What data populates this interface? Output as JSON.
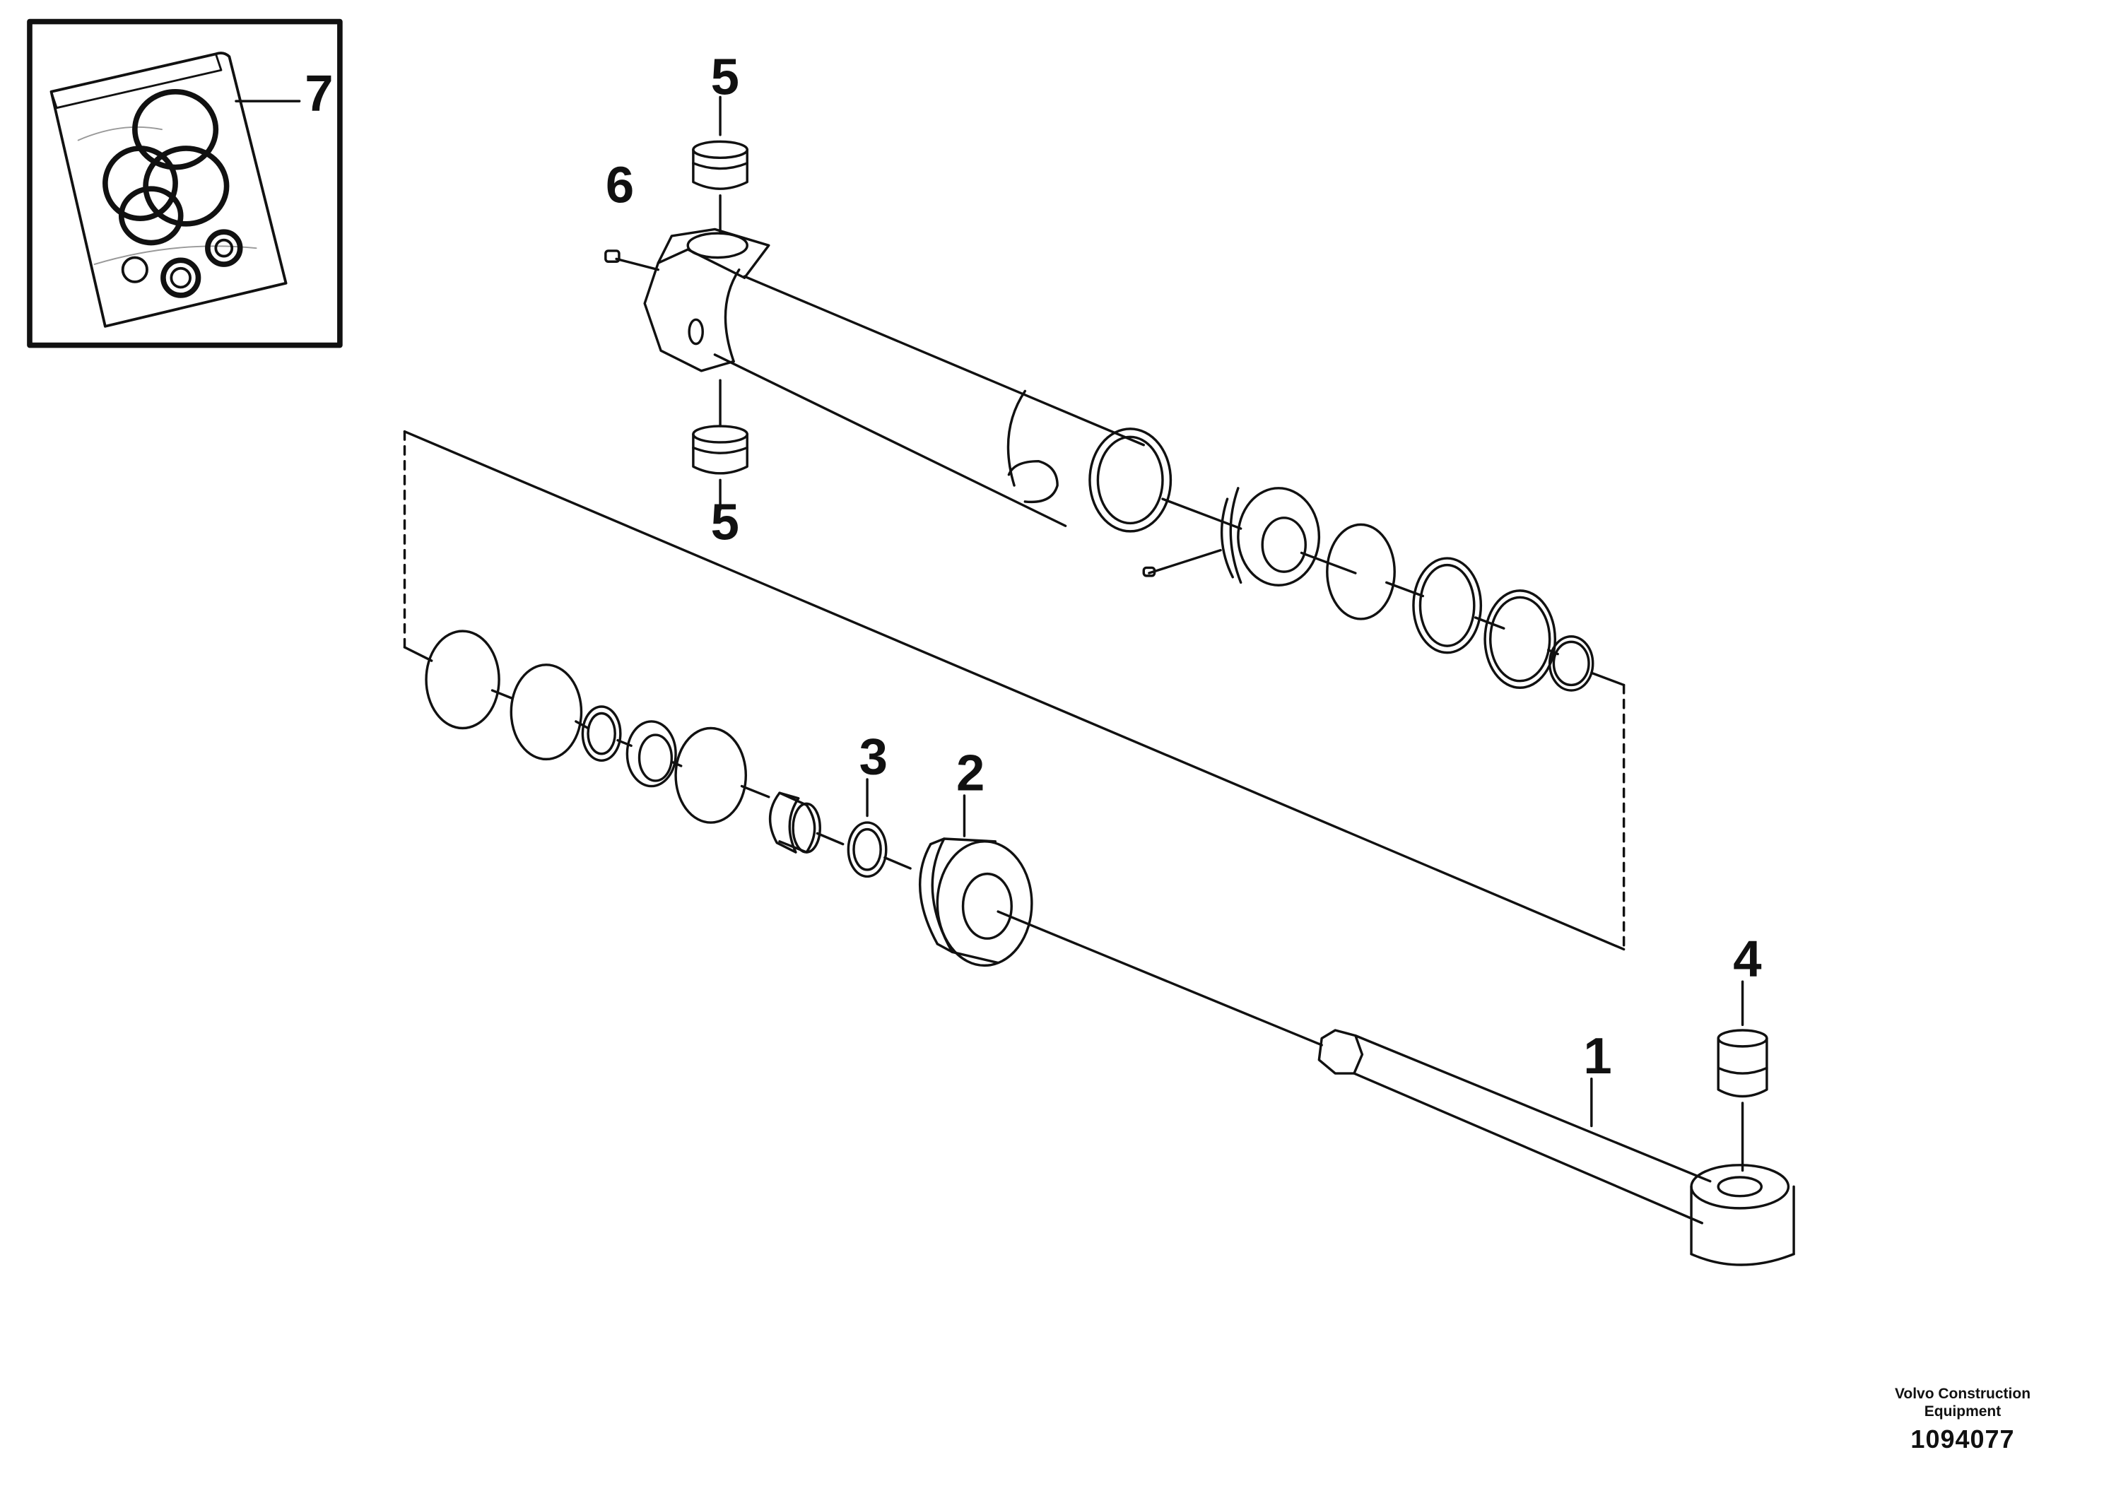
{
  "drawing": {
    "callouts": {
      "c1": "1",
      "c2": "2",
      "c3": "3",
      "c4": "4",
      "c5_top": "5",
      "c5_bottom": "5",
      "c6": "6",
      "c7": "7"
    },
    "brand": [
      "Volvo Construction",
      "Equipment"
    ],
    "drawing_number": "1094077"
  }
}
